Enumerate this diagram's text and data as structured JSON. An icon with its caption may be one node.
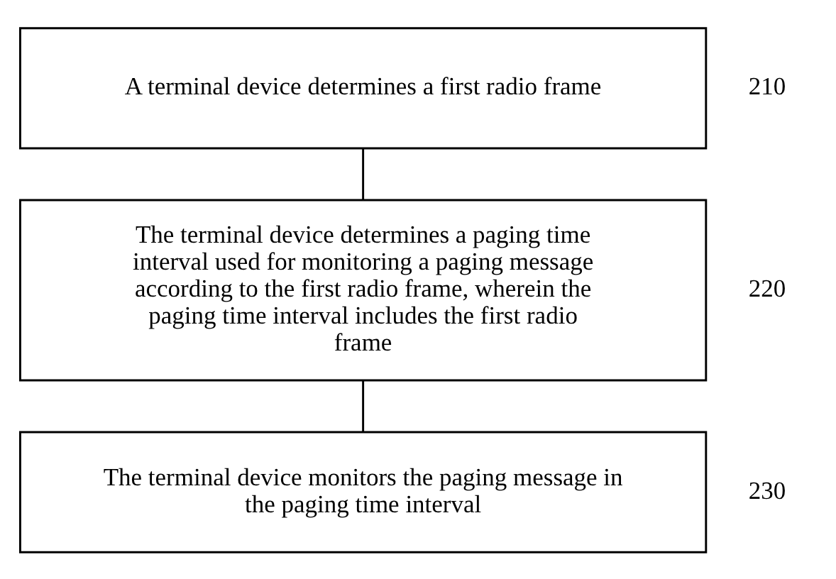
{
  "diagram": {
    "nodes": [
      {
        "text": [
          "A terminal device determines a first radio frame"
        ],
        "beside": [
          "210"
        ]
      },
      {
        "text": [
          "The terminal device determines a paging time interval used for monitoring a paging message according to the first radio frame, wherein the paging time interval includes the first radio frame"
        ],
        "beside": [
          "220"
        ]
      },
      {
        "text": [
          "The terminal device monitors the paging message in the paging time interval"
        ],
        "beside": [
          "230"
        ]
      }
    ],
    "edges": [
      {
        "from": 0,
        "to": 1,
        "arrow": "none"
      },
      {
        "from": 1,
        "to": 2,
        "arrow": "none"
      }
    ]
  }
}
